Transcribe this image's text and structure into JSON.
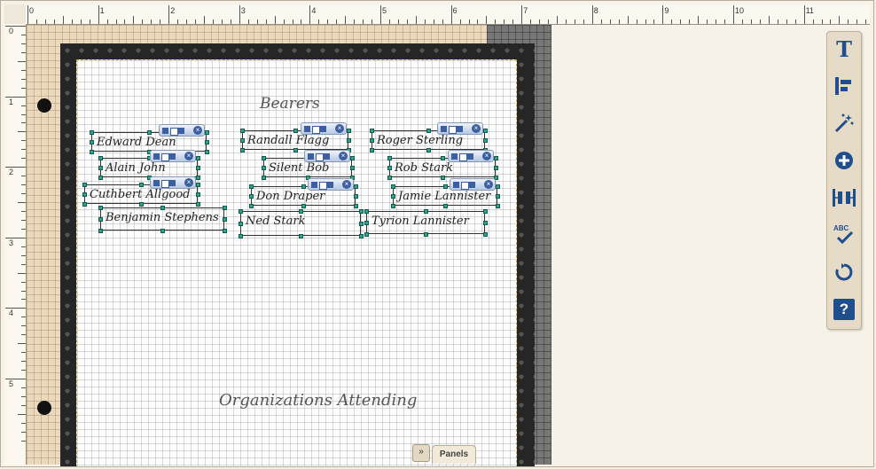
{
  "ruler": {
    "top_numbers": [
      "0",
      "1",
      "2",
      "3",
      "4",
      "5",
      "6",
      "7",
      "8",
      "9",
      "10",
      "11"
    ],
    "left_numbers": [
      "0",
      "1",
      "2",
      "3",
      "4",
      "5"
    ]
  },
  "page": {
    "heading_top": "Bearers",
    "heading_bottom": "Organizations Attending"
  },
  "names": [
    "Edward Dean",
    "Alain John",
    "Cuthbert Allgood",
    "Benjamin Stephens",
    "Randall Flagg",
    "Silent Bob",
    "Don Draper",
    "Ned Stark",
    "Roger Sterling",
    "Rob Stark",
    "Jamie Lannister",
    "Tyrion Lannister"
  ],
  "toolbar": {
    "text_label": "T",
    "help_label": "?",
    "spell_label": "ABC"
  },
  "panels": {
    "label": "Panels",
    "collapse_label": "»"
  },
  "colors": {
    "handle": "#2aa58e",
    "toolbar_icon": "#1f4e8c",
    "page_border": "#262626"
  }
}
